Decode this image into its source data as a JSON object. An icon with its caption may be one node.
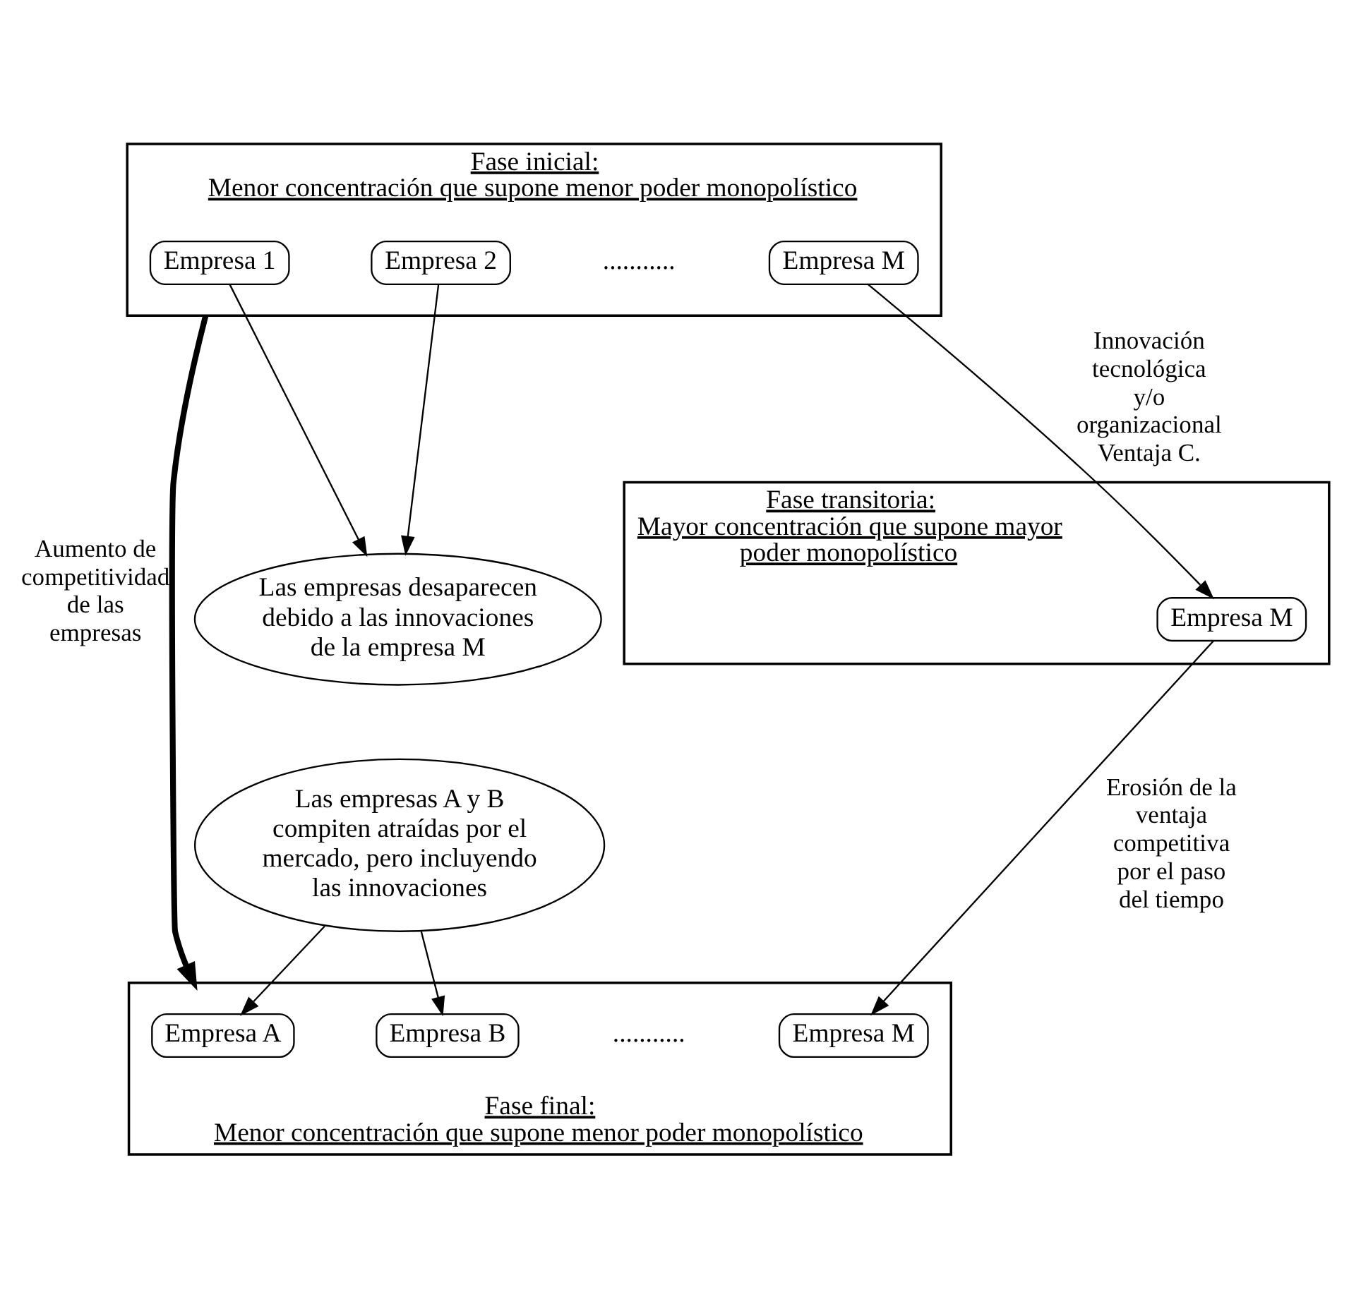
{
  "diagram": {
    "nodes": [
      {
        "text": [
          "Fase inicial:",
          "Menor concentración que supone menor poder monopolístico"
        ]
      },
      {
        "text": [
          "Empresa 1"
        ],
        "in": 0
      },
      {
        "text": [
          "Empresa 2"
        ],
        "in": 0
      },
      {
        "text": [
          "Empresa M"
        ],
        "in": 0
      },
      {
        "text": [
          "Las empresas desaparecen debido a las innovaciones de la empresa M"
        ]
      },
      {
        "text": [
          "Fase transitoria:",
          "Mayor concentración que supone mayor poder monopolístico"
        ]
      },
      {
        "text": [
          "Empresa M"
        ],
        "in": 5
      },
      {
        "text": [
          "Las empresas A y B compiten atraídas por el mercado, pero incluyendo las innovaciones"
        ]
      },
      {
        "text": [
          "Fase final:",
          "Menor concentración que supone menor poder monopolístico"
        ]
      },
      {
        "text": [
          "Empresa A"
        ],
        "in": 8
      },
      {
        "text": [
          "Empresa B"
        ],
        "in": 8
      },
      {
        "text": [
          "Empresa M"
        ],
        "in": 8
      }
    ],
    "edges": [
      {
        "from": 0,
        "to": 8,
        "arrow": "to",
        "style": "thick",
        "label": "Aumento de competitividad de las empresas"
      },
      {
        "from": 1,
        "to": 4,
        "arrow": "to"
      },
      {
        "from": 2,
        "to": 4,
        "arrow": "to"
      },
      {
        "from": 3,
        "to": 6,
        "arrow": "to",
        "label": "Innovación tecnológica y/o organizacional Ventaja C."
      },
      {
        "from": 6,
        "to": 11,
        "arrow": "to",
        "label": "Erosión de la ventaja competitiva por el paso del tiempo"
      },
      {
        "from": 7,
        "to": 9,
        "arrow": "to"
      },
      {
        "from": 7,
        "to": 10,
        "arrow": "to"
      }
    ],
    "labels": [
      "...........",
      "..........."
    ]
  }
}
